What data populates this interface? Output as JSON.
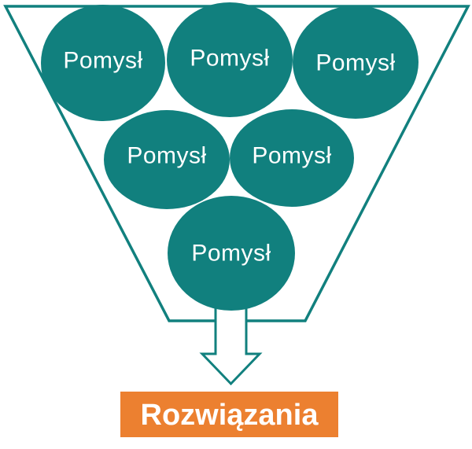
{
  "diagram": {
    "kind": "idea-funnel",
    "ideas": [
      {
        "label": "Pomysł"
      },
      {
        "label": "Pomysł"
      },
      {
        "label": "Pomysł"
      },
      {
        "label": "Pomysł"
      },
      {
        "label": "Pomysł"
      },
      {
        "label": "Pomysł"
      }
    ],
    "result": {
      "label": "Rozwiązania"
    }
  },
  "colors": {
    "teal": "#11807E",
    "orange": "#EC8030",
    "label_text": "#FFFFFF",
    "background": "#FFFFFF"
  }
}
